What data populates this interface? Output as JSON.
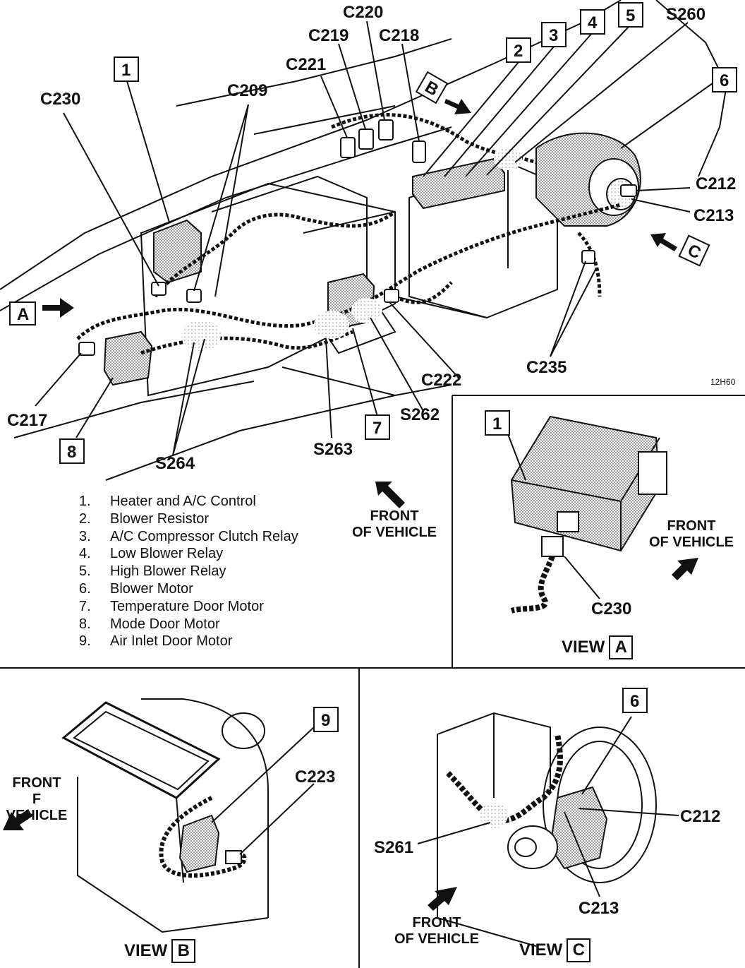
{
  "main_view": {
    "connectors": {
      "c220": "C220",
      "c219": "C219",
      "c218": "C218",
      "c221": "C221",
      "c230": "C230",
      "c209": "C209",
      "s260": "S260",
      "c212": "C212",
      "c213": "C213",
      "c222": "C222",
      "c235": "C235",
      "c217": "C217",
      "s264": "S264",
      "s263": "S263",
      "s262": "S262"
    },
    "callouts": {
      "n1": "1",
      "n2": "2",
      "n3": "3",
      "n4": "4",
      "n5": "5",
      "n6": "6",
      "n7": "7",
      "n8": "8"
    },
    "view_arrows": {
      "a": "A",
      "b": "B",
      "c": "C"
    },
    "figure_ref": "12H60"
  },
  "legend": [
    {
      "n": "1.",
      "label": "Heater and A/C Control"
    },
    {
      "n": "2.",
      "label": "Blower Resistor"
    },
    {
      "n": "3.",
      "label": "A/C Compressor Clutch Relay"
    },
    {
      "n": "4.",
      "label": "Low Blower Relay"
    },
    {
      "n": "5.",
      "label": "High Blower Relay"
    },
    {
      "n": "6.",
      "label": "Blower Motor"
    },
    {
      "n": "7.",
      "label": "Temperature Door Motor"
    },
    {
      "n": "8.",
      "label": "Mode Door Motor"
    },
    {
      "n": "9.",
      "label": "Air Inlet Door Motor"
    }
  ],
  "front_of_vehicle": {
    "line1": "FRONT",
    "line2": "OF VEHICLE"
  },
  "view_a": {
    "title": "VIEW",
    "letter": "A",
    "callout": "1",
    "connector": "C230"
  },
  "view_b": {
    "title": "VIEW",
    "letter": "B",
    "callout": "9",
    "connector": "C223",
    "front_line1": "FRONT",
    "front_line2": "F VEHICLE"
  },
  "view_c": {
    "title": "VIEW",
    "letter": "C",
    "callout": "6",
    "connector_1": "C212",
    "connector_2": "C213",
    "splice": "S261"
  }
}
